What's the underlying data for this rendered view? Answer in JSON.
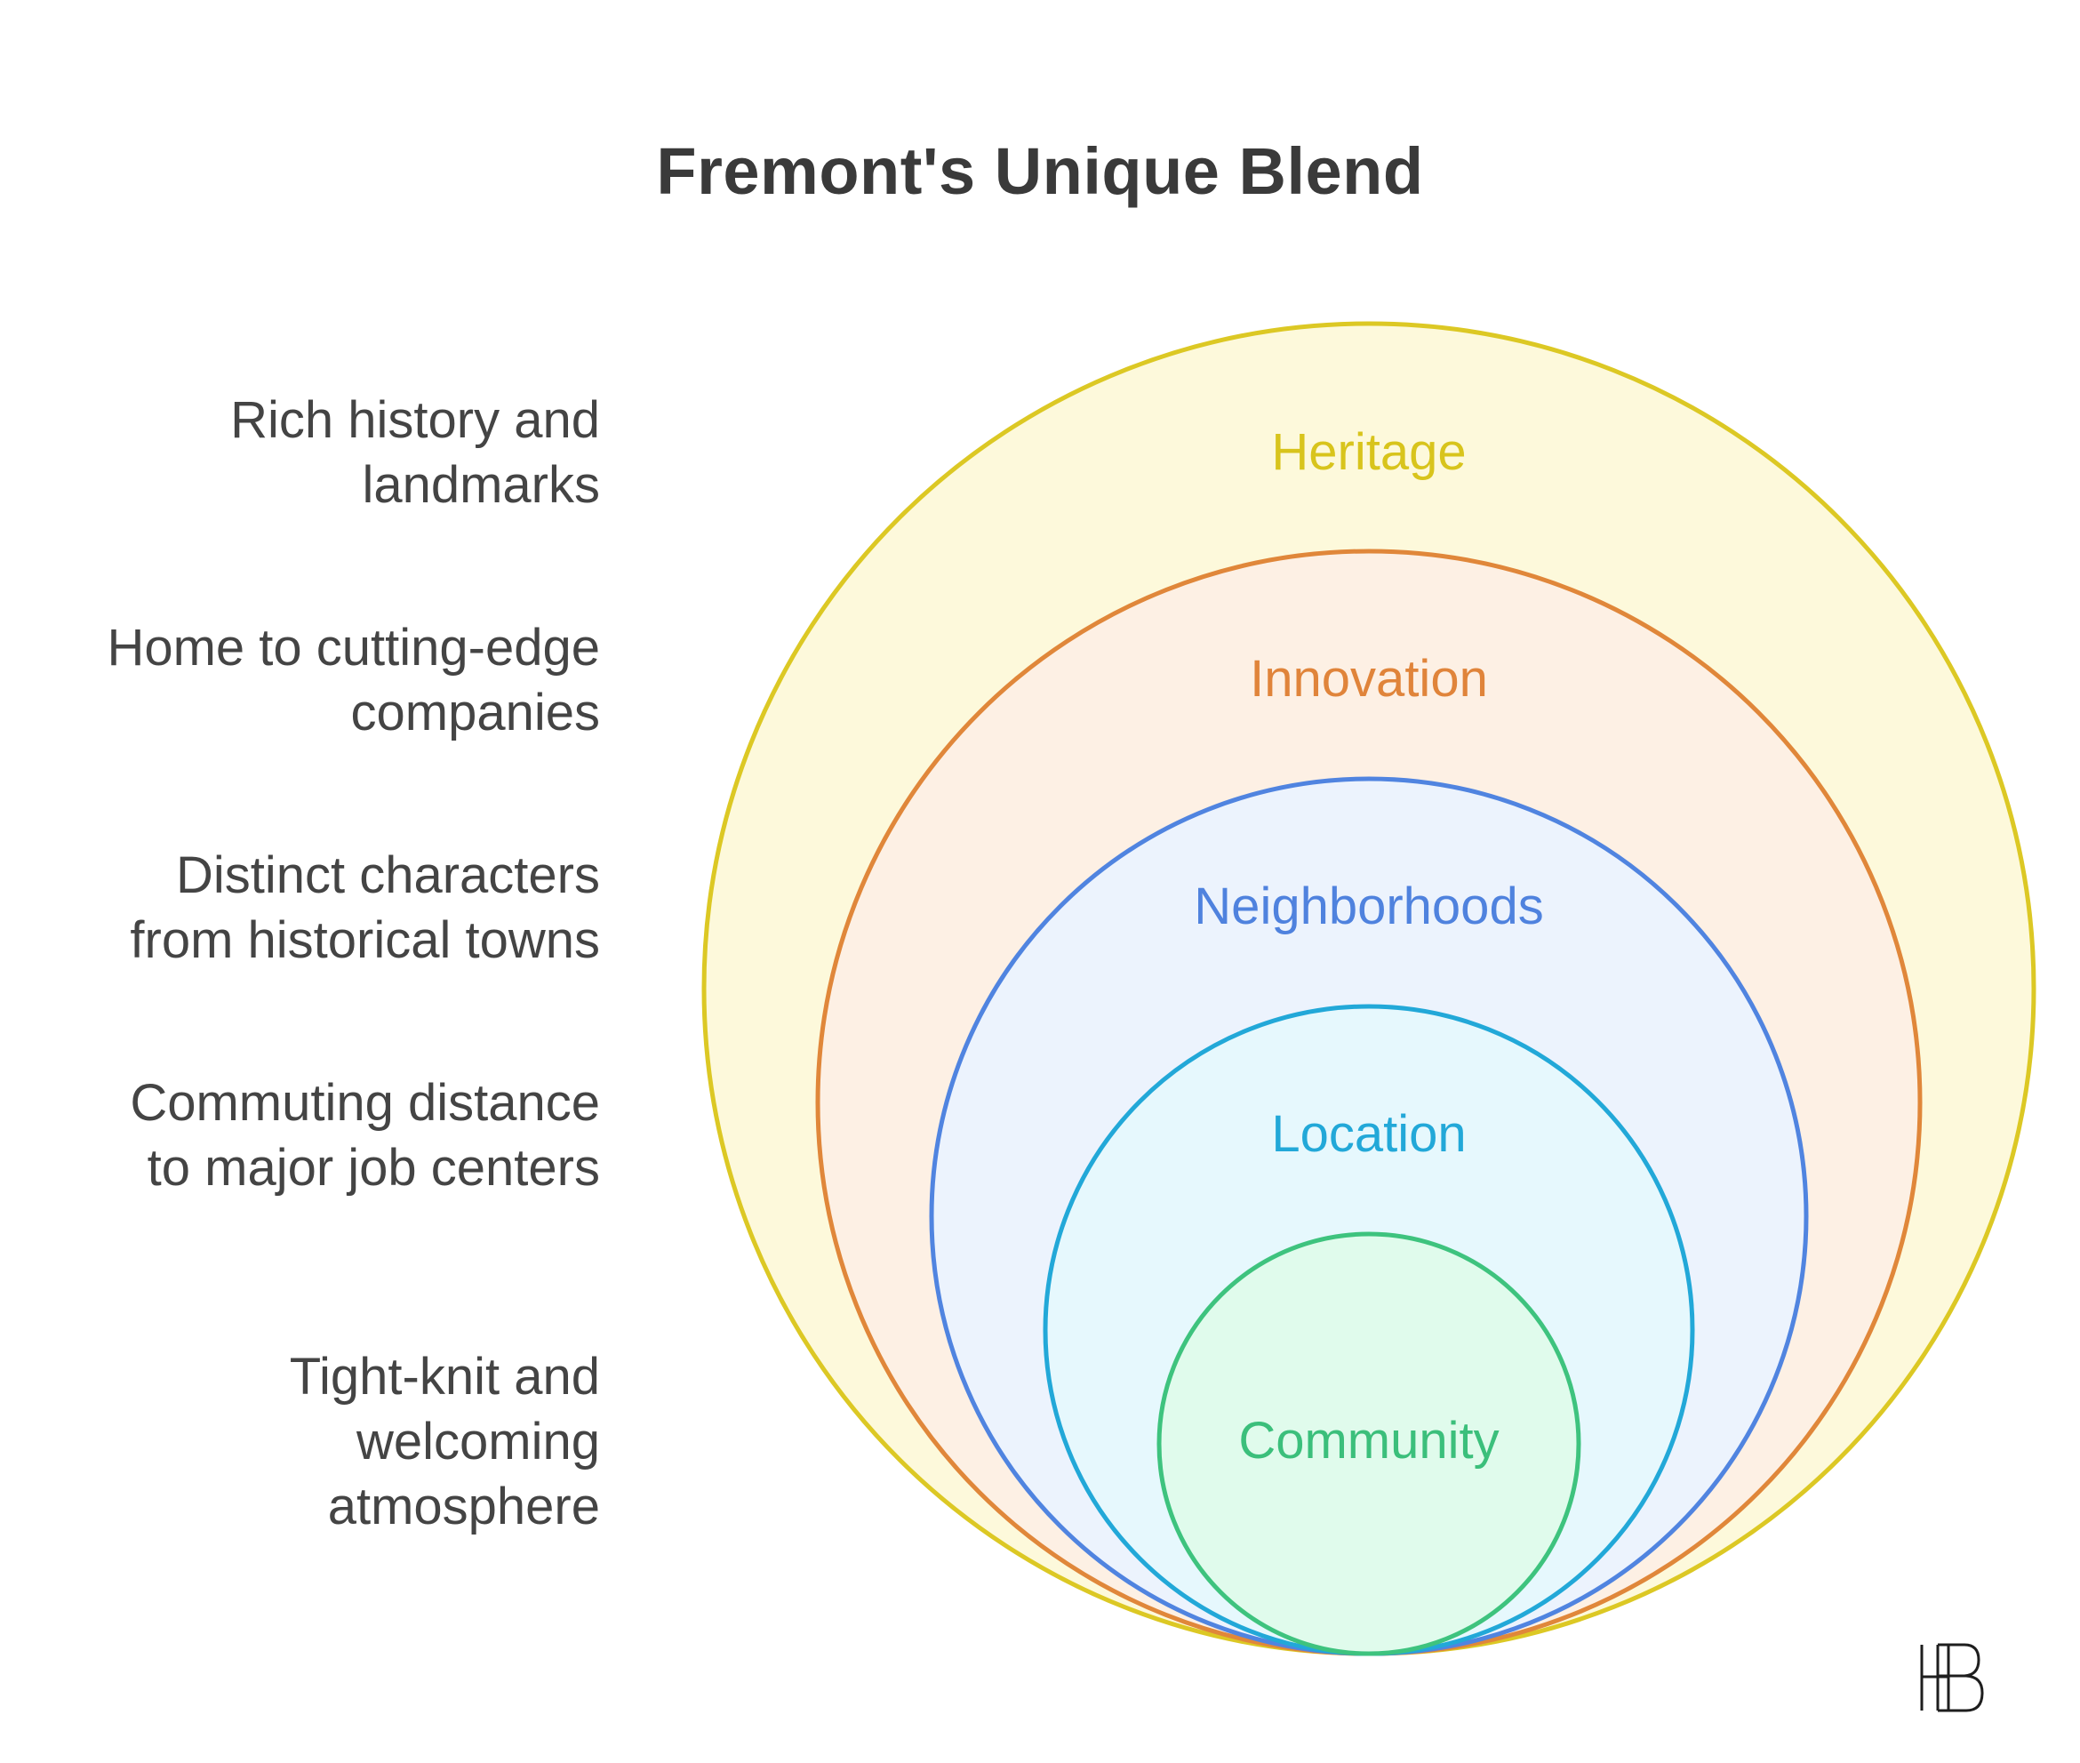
{
  "title": "Fremont's Unique Blend",
  "layers": [
    {
      "label": "Heritage",
      "description": [
        "Rich history and",
        "landmarks"
      ],
      "stroke": "#dcc824",
      "fill": "#fdf9db",
      "text_color": "#d8c41c"
    },
    {
      "label": "Innovation",
      "description": [
        "Home to cutting-edge",
        "companies"
      ],
      "stroke": "#e0873a",
      "fill": "#fdf0e4",
      "text_color": "#e0843a"
    },
    {
      "label": "Neighborhoods",
      "description": [
        "Distinct characters",
        "from historical towns"
      ],
      "stroke": "#5084e0",
      "fill": "#ecf3fd",
      "text_color": "#4f82de"
    },
    {
      "label": "Location",
      "description": [
        "Commuting distance",
        "to major job centers"
      ],
      "stroke": "#22a8d8",
      "fill": "#e6f8fd",
      "text_color": "#22a8d8"
    },
    {
      "label": "Community",
      "description": [
        "Tight-knit and",
        "welcoming",
        "atmosphere"
      ],
      "stroke": "#3ec37e",
      "fill": "#e0fbec",
      "text_color": "#3bbf7b"
    }
  ],
  "logo_icon": "hb-monogram-icon"
}
